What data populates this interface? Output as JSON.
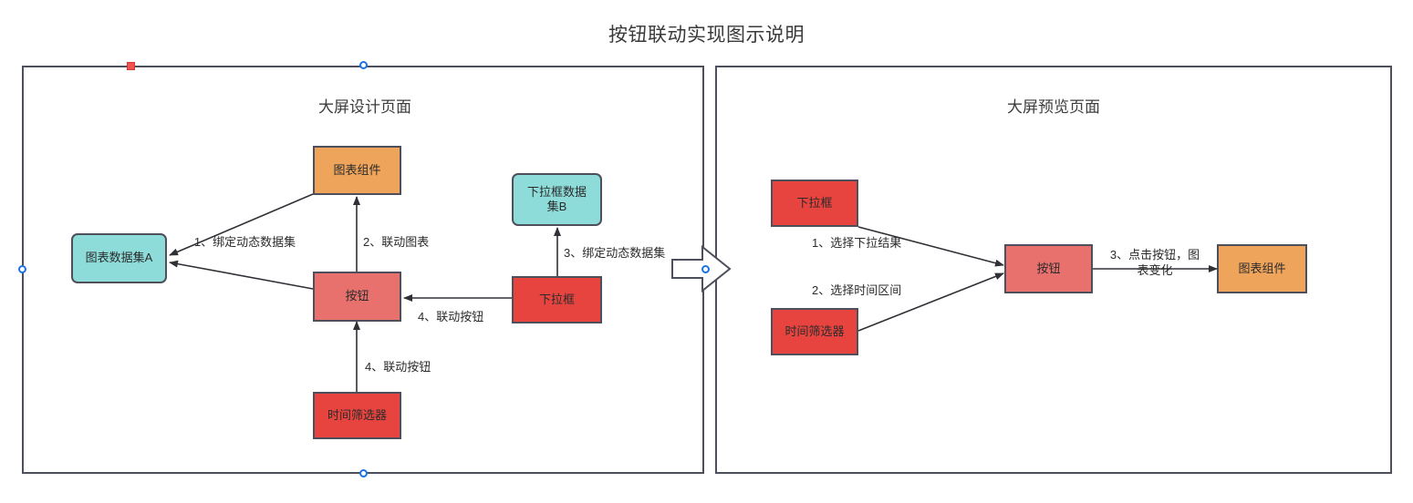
{
  "title": "按钮联动实现图示说明",
  "panels": [
    {
      "id": "design",
      "title": "大屏设计页面"
    },
    {
      "id": "preview",
      "title": "大屏预览页面"
    }
  ],
  "design_nodes": {
    "dataset_a": "图表数据集A",
    "chart_component": "图表组件",
    "dropdown_dataset_b": "下拉框数据\n集B",
    "button": "按钮",
    "dropdown": "下拉框",
    "time_filter": "时间筛选器"
  },
  "design_labels": {
    "bind_dynamic_dataset_1": "1、绑定动态数据集",
    "link_chart_2": "2、联动图表",
    "bind_dynamic_dataset_3": "3、绑定动态数据集",
    "link_button_4a": "4、联动按钮",
    "link_button_4b": "4、联动按钮"
  },
  "preview_nodes": {
    "dropdown": "下拉框",
    "time_filter": "时间筛选器",
    "button": "按钮",
    "chart_component": "图表组件"
  },
  "preview_labels": {
    "select_dropdown_result_1": "1、选择下拉结果",
    "select_time_range_2": "2、选择时间区间",
    "click_button_chart_changes_3": "3、点击按钮，图\n表变化"
  },
  "colors": {
    "cyan": "#8ddcd9",
    "orange": "#efa45c",
    "red": "#e8443f",
    "salmon": "#e8716e",
    "stroke": "#4d505b",
    "handle_circle": "#1a73e8",
    "handle_square": "#f1534e"
  }
}
